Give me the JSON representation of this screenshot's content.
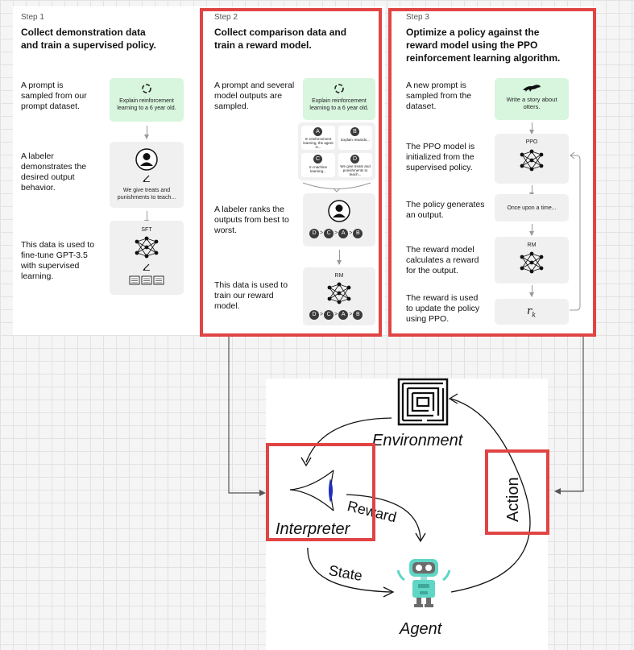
{
  "step1": {
    "label": "Step 1",
    "title_line1": "Collect demonstration data",
    "title_line2": "and train a supervised policy.",
    "text1": "A prompt is sampled from our prompt dataset.",
    "card1": "Explain reinforcement learning to a 6 year old.",
    "text2": "A labeler demonstrates the desired output behavior.",
    "card2": "We give treats and punishments to teach...",
    "text3": "This data is used to fine-tune GPT-3.5 with supervised learning.",
    "card3_label": "SFT"
  },
  "step2": {
    "label": "Step 2",
    "title_line1": "Collect comparison data and",
    "title_line2": "train a reward model.",
    "text1": "A prompt and several model outputs are sampled.",
    "card1": "Explain reinforcement learning to a 6 year old.",
    "outputs": [
      {
        "letter": "A",
        "text": "In reinforcement learning, the agent is..."
      },
      {
        "letter": "B",
        "text": "Explain rewards..."
      },
      {
        "letter": "C",
        "text": "In machine learning..."
      },
      {
        "letter": "D",
        "text": "We give treats and punishments to teach..."
      }
    ],
    "text2": "A labeler ranks the outputs from best to worst.",
    "ranking": [
      "D",
      "C",
      "A",
      "B"
    ],
    "rank_sep": ">",
    "text3": "This data is used to train our reward model.",
    "card3_label": "RM"
  },
  "step3": {
    "label": "Step 3",
    "title_line1": "Optimize a policy against the",
    "title_line2": "reward model using the PPO",
    "title_line3": "reinforcement learning algorithm.",
    "text1": "A new prompt is sampled from the dataset.",
    "card1": "Write a story about otters.",
    "text2": "The PPO model is initialized from the supervised policy.",
    "card2_label": "PPO",
    "text3": "The policy generates an output.",
    "card3": "Once upon a time...",
    "text4": "The reward model calculates a reward for the output.",
    "card4_label": "RM",
    "text5": "The reward is used to update the policy using PPO.",
    "card5_base": "r",
    "card5_sub": "k"
  },
  "rl": {
    "environment": "Environment",
    "interpreter": "Interpreter",
    "agent": "Agent",
    "reward": "Reward",
    "state": "State",
    "action": "Action"
  },
  "colors": {
    "highlight": "#e04444",
    "green_card": "#d8f5de",
    "gray_card": "#f0f0f0",
    "agent_body": "#5fd6c6",
    "lens": "#1f2fbf"
  }
}
